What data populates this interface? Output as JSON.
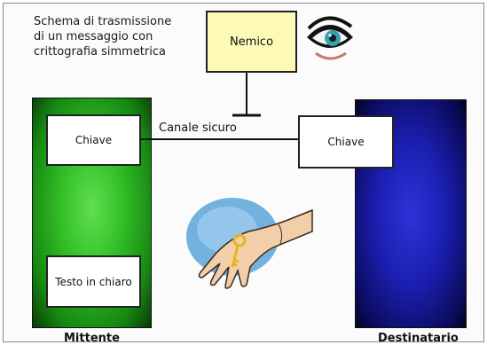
{
  "caption": {
    "line1": "Schema di trasmissione",
    "line2": "di un messaggio con",
    "line3": "crittografia simmetrica"
  },
  "enemy": {
    "label": "Nemico"
  },
  "sender": {
    "key_label": "Chiave",
    "plaintext_label": "Testo in chiaro",
    "name": "Mittente"
  },
  "receiver": {
    "key_label": "Chiave",
    "name": "Destinatario"
  },
  "channel": {
    "label": "Canale sicuro"
  },
  "colors": {
    "sender_panel": "#35c22a",
    "receiver_panel": "#1b1fb0",
    "enemy_box": "#fdfab8"
  },
  "icons": [
    "eye-icon",
    "hand-with-key-icon"
  ]
}
